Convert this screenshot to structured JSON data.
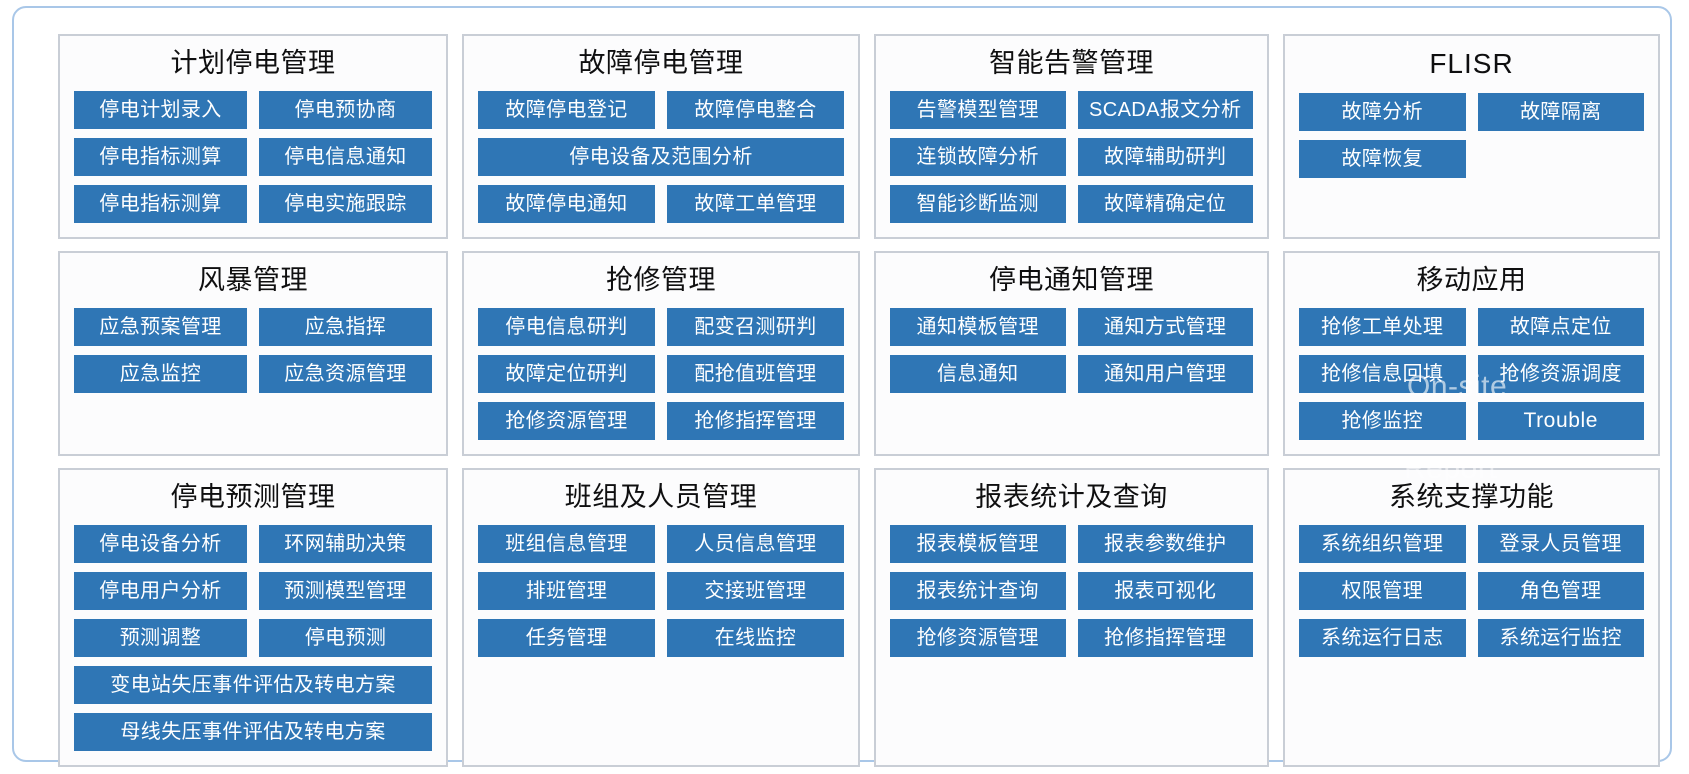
{
  "theme": {
    "button_color": "#2f76b5",
    "panel_border": "#c9ced6",
    "frame_border": "#a9c7e8",
    "panel_background": "#fcfcfd",
    "title_color": "#0f0f10",
    "button_text_color": "#ffffff"
  },
  "overlay": {
    "line1": "On-site",
    "line2": "Trouble",
    "line3": "Report"
  },
  "panels": [
    {
      "id": "planned-outage-management",
      "title": "计划停电管理",
      "buttons": [
        {
          "label": "停电计划录入",
          "wide": false
        },
        {
          "label": "停电预协商",
          "wide": false
        },
        {
          "label": "停电指标测算",
          "wide": false
        },
        {
          "label": "停电信息通知",
          "wide": false
        },
        {
          "label": "停电指标测算",
          "wide": false
        },
        {
          "label": "停电实施跟踪",
          "wide": false
        }
      ]
    },
    {
      "id": "fault-outage-management",
      "title": "故障停电管理",
      "buttons": [
        {
          "label": "故障停电登记",
          "wide": false
        },
        {
          "label": "故障停电整合",
          "wide": false
        },
        {
          "label": "停电设备及范围分析",
          "wide": true
        },
        {
          "label": "故障停电通知",
          "wide": false
        },
        {
          "label": "故障工单管理",
          "wide": false
        }
      ]
    },
    {
      "id": "intelligent-alarm-management",
      "title": "智能告警管理",
      "buttons": [
        {
          "label": "告警模型管理",
          "wide": false
        },
        {
          "label": "SCADA报文分析",
          "wide": false
        },
        {
          "label": "连锁故障分析",
          "wide": false
        },
        {
          "label": "故障辅助研判",
          "wide": false
        },
        {
          "label": "智能诊断监测",
          "wide": false
        },
        {
          "label": "故障精确定位",
          "wide": false
        }
      ]
    },
    {
      "id": "flisr",
      "title": "FLISR",
      "title_latin": true,
      "buttons": [
        {
          "label": "故障分析",
          "wide": false
        },
        {
          "label": "故障隔离",
          "wide": false
        },
        {
          "label": "故障恢复",
          "wide": false
        }
      ]
    },
    {
      "id": "storm-management",
      "title": "风暴管理",
      "buttons": [
        {
          "label": "应急预案管理",
          "wide": false
        },
        {
          "label": "应急指挥",
          "wide": false
        },
        {
          "label": "应急监控",
          "wide": false
        },
        {
          "label": "应急资源管理",
          "wide": false
        }
      ]
    },
    {
      "id": "emergency-repair-management",
      "title": "抢修管理",
      "buttons": [
        {
          "label": "停电信息研判",
          "wide": false
        },
        {
          "label": "配变召测研判",
          "wide": false
        },
        {
          "label": "故障定位研判",
          "wide": false
        },
        {
          "label": "配抢值班管理",
          "wide": false
        },
        {
          "label": "抢修资源管理",
          "wide": false
        },
        {
          "label": "抢修指挥管理",
          "wide": false
        }
      ]
    },
    {
      "id": "outage-notification-management",
      "title": "停电通知管理",
      "buttons": [
        {
          "label": "通知模板管理",
          "wide": false
        },
        {
          "label": "通知方式管理",
          "wide": false
        },
        {
          "label": "信息通知",
          "wide": false
        },
        {
          "label": "通知用户管理",
          "wide": false
        }
      ]
    },
    {
      "id": "mobile-application",
      "title": "移动应用",
      "buttons": [
        {
          "label": "抢修工单处理",
          "wide": false
        },
        {
          "label": "故障点定位",
          "wide": false
        },
        {
          "label": "抢修信息回填",
          "wide": false
        },
        {
          "label": "抢修资源调度",
          "wide": false
        },
        {
          "label": "抢修监控",
          "wide": false
        },
        {
          "label": "Trouble",
          "wide": false,
          "latin": true
        }
      ]
    },
    {
      "id": "outage-forecast-management",
      "title": "停电预测管理",
      "buttons": [
        {
          "label": "停电设备分析",
          "wide": false
        },
        {
          "label": "环网辅助决策",
          "wide": false
        },
        {
          "label": "停电用户分析",
          "wide": false
        },
        {
          "label": "预测模型管理",
          "wide": false
        },
        {
          "label": "预测调整",
          "wide": false
        },
        {
          "label": "停电预测",
          "wide": false
        },
        {
          "label": "变电站失压事件评估及转电方案",
          "wide": true
        },
        {
          "label": "母线失压事件评估及转电方案",
          "wide": true
        }
      ]
    },
    {
      "id": "team-and-personnel-management",
      "title": "班组及人员管理",
      "buttons": [
        {
          "label": "班组信息管理",
          "wide": false
        },
        {
          "label": "人员信息管理",
          "wide": false
        },
        {
          "label": "排班管理",
          "wide": false
        },
        {
          "label": "交接班管理",
          "wide": false
        },
        {
          "label": "任务管理",
          "wide": false
        },
        {
          "label": "在线监控",
          "wide": false
        }
      ]
    },
    {
      "id": "report-statistics-and-query",
      "title": "报表统计及查询",
      "buttons": [
        {
          "label": "报表模板管理",
          "wide": false
        },
        {
          "label": "报表参数维护",
          "wide": false
        },
        {
          "label": "报表统计查询",
          "wide": false
        },
        {
          "label": "报表可视化",
          "wide": false
        },
        {
          "label": "抢修资源管理",
          "wide": false
        },
        {
          "label": "抢修指挥管理",
          "wide": false
        }
      ]
    },
    {
      "id": "system-support-functions",
      "title": "系统支撑功能",
      "buttons": [
        {
          "label": "系统组织管理",
          "wide": false
        },
        {
          "label": "登录人员管理",
          "wide": false
        },
        {
          "label": "权限管理",
          "wide": false
        },
        {
          "label": "角色管理",
          "wide": false
        },
        {
          "label": "系统运行日志",
          "wide": false
        },
        {
          "label": "系统运行监控",
          "wide": false
        }
      ]
    }
  ]
}
